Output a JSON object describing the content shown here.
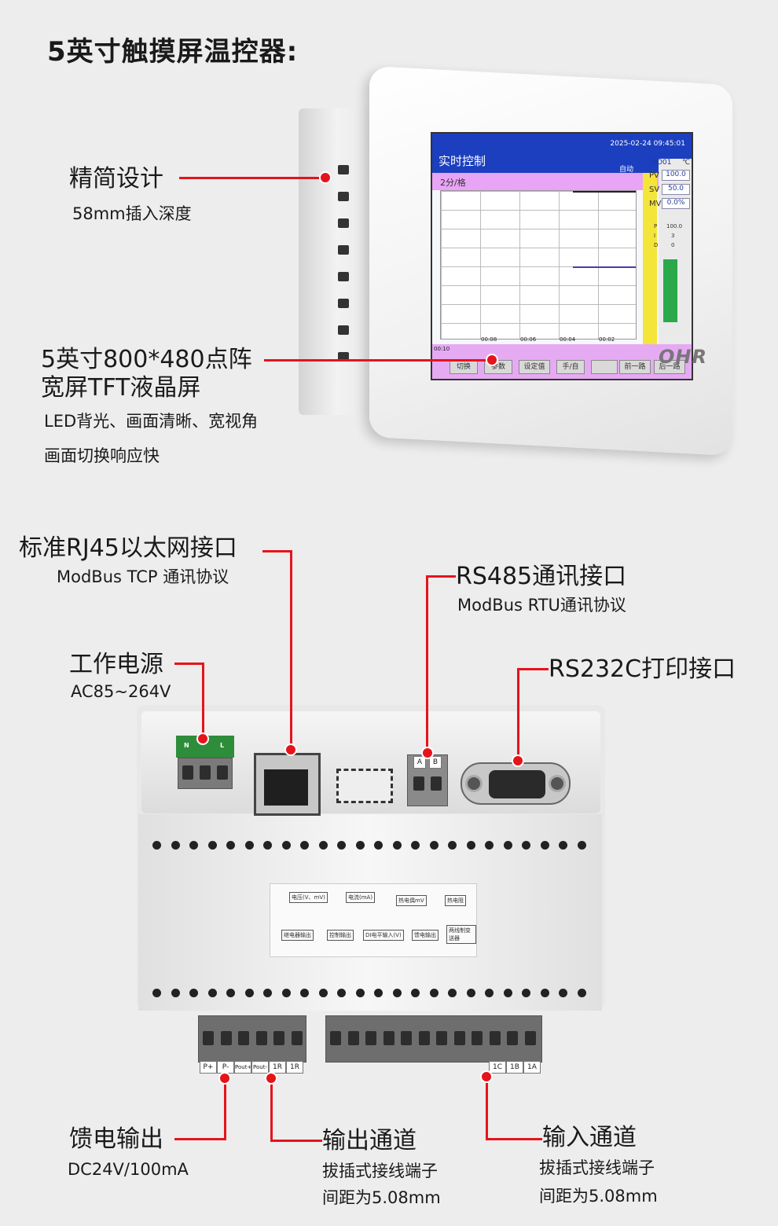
{
  "header": {
    "title": "5英寸触摸屏温控器:"
  },
  "callouts": {
    "slim": {
      "label": "精简设计",
      "sub": "58mm插入深度"
    },
    "screen": {
      "label_line1": "5英寸800*480点阵",
      "label_line2": "宽屏TFT液晶屏",
      "sub1": "LED背光、画面清晰、宽视角",
      "sub2": "画面切换响应快"
    },
    "rj45": {
      "label": "标准RJ45以太网接口",
      "sub": "ModBus TCP 通讯协议"
    },
    "rs485": {
      "label": "RS485通讯接口",
      "sub": "ModBus RTU通讯协议"
    },
    "power": {
      "label": "工作电源",
      "sub": "AC85~264V"
    },
    "rs232": {
      "label": "RS232C打印接口"
    },
    "feed": {
      "label": "馈电输出",
      "sub": "DC24V/100mA"
    },
    "output": {
      "label": "输出通道",
      "sub1": "拔插式接线端子",
      "sub2": "间距为5.08mm"
    },
    "input": {
      "label": "输入通道",
      "sub1": "拔插式接线端子",
      "sub2": "间距为5.08mm"
    }
  },
  "device_screen": {
    "title": "实时控制",
    "datetime": "2025-02-24 09:45:01",
    "mode": "自动",
    "interval": "2分/格",
    "loop": "PID01",
    "unit": "℃",
    "pv_label": "PV",
    "pv_value": "100.0",
    "sv_label": "SV",
    "sv_value": "50.0",
    "mv_label": "MV",
    "mv_value": "0.0%",
    "p_label": "P",
    "p_value": "100.0",
    "i_label": "I",
    "i_value": "3",
    "d_label": "D",
    "d_value": "0",
    "time_ticks": [
      "00:10",
      "00:08",
      "00:06",
      "00:04",
      "00:02"
    ],
    "buttons": [
      "切换",
      "参数",
      "设定值",
      "手/自",
      "",
      "前一路",
      "后一路"
    ],
    "brand": "OHR"
  },
  "device_back": {
    "power_terms": [
      "N",
      "L"
    ],
    "rs485_terms": [
      "A",
      "B"
    ],
    "out_terms": [
      "P+",
      "P-",
      "Pout+",
      "Pout-",
      "1R",
      "1R"
    ],
    "in_terms": [
      "1C",
      "1B",
      "1A"
    ],
    "diagram": [
      "电压(V、mV)",
      "电流(mA)",
      "热电偶mV",
      "热电阻",
      "继电器输出",
      "控制输出",
      "DI电平输入(V)",
      "馈电输出",
      "两线制变送器"
    ]
  },
  "colors": {
    "accent": "#e5141b"
  }
}
